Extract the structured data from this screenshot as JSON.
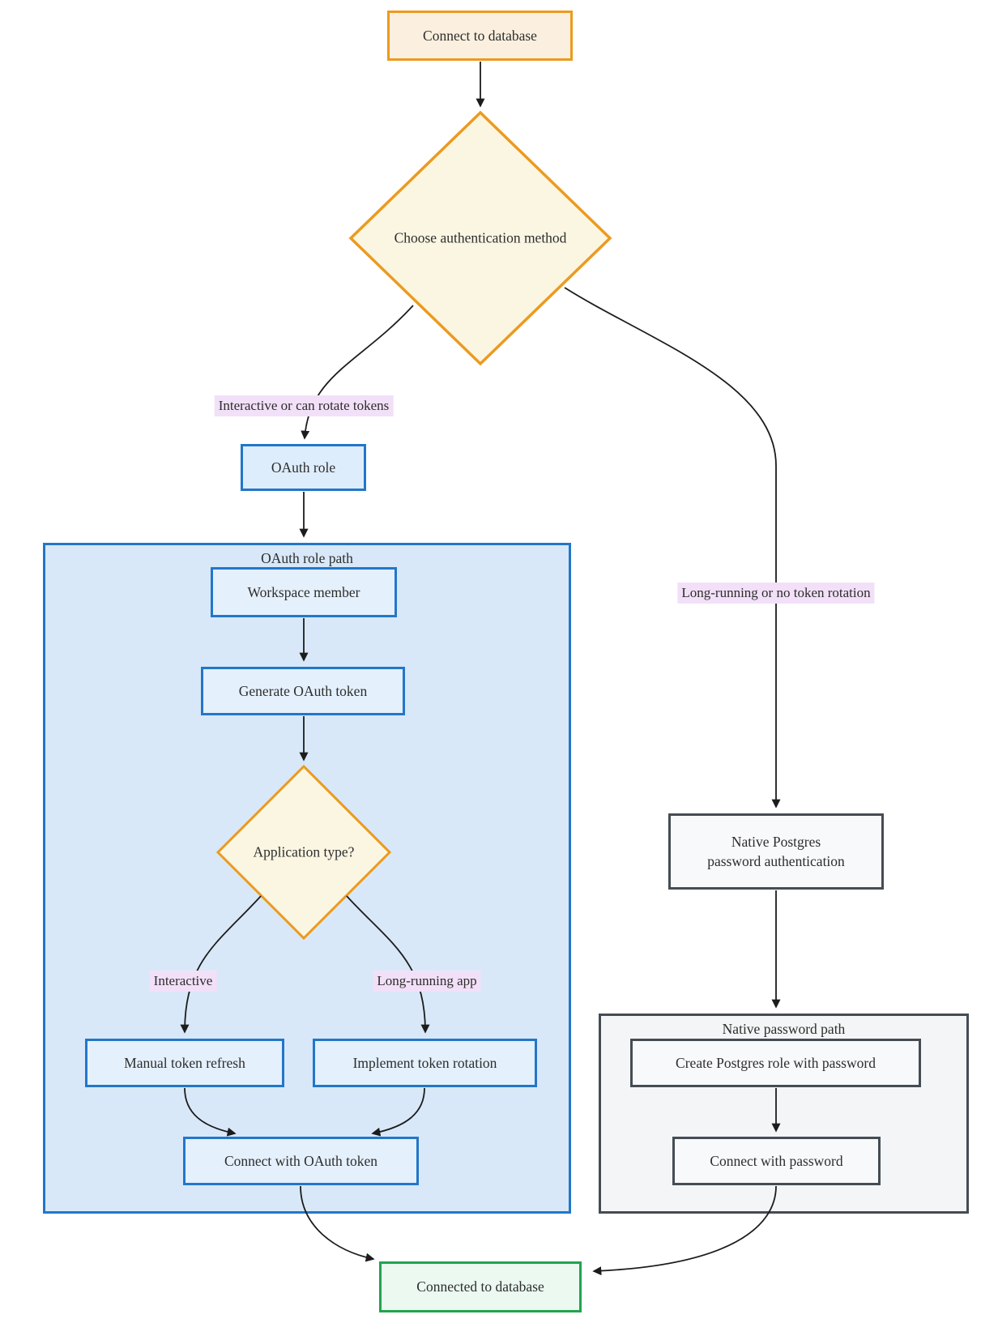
{
  "nodes": {
    "connect_db": "Connect to database",
    "choose_auth": "Choose authentication method",
    "oauth_role": "OAuth role",
    "workspace_member": "Workspace member",
    "generate_token": "Generate OAuth token",
    "app_type": "Application type?",
    "manual_refresh": "Manual token refresh",
    "token_rotation": "Implement token rotation",
    "connect_oauth": "Connect with OAuth token",
    "native_pg": {
      "line1": "Native Postgres",
      "line2": "password authentication"
    },
    "create_role": "Create Postgres role with password",
    "connect_password": "Connect with password",
    "connected": "Connected to database"
  },
  "containers": {
    "oauth_path_title": "OAuth role path",
    "native_path_title": "Native password path"
  },
  "edge_labels": {
    "to_oauth": "Interactive or can rotate tokens",
    "to_native": "Long-running or no token rotation",
    "interactive": "Interactive",
    "long_running": "Long-running app"
  },
  "colors": {
    "orange": "#EC9A1E",
    "cream": "#FBF0DF",
    "diamond_fill": "#FBF6E2",
    "blue": "#2277C9",
    "blue_container_bg": "#D8E8F8",
    "blue_node_bg": "#DEEDFB",
    "blue_inner_bg": "#E4F0FC",
    "gray": "#454C54",
    "gray_container_bg": "#F3F5F7",
    "gray_node_bg": "#F8F9FB",
    "green": "#22A350",
    "green_bg": "#EBF9F0",
    "label_bg": "#F2E0F8",
    "line": "#1C1C1C",
    "text": "#2D2D2D"
  }
}
